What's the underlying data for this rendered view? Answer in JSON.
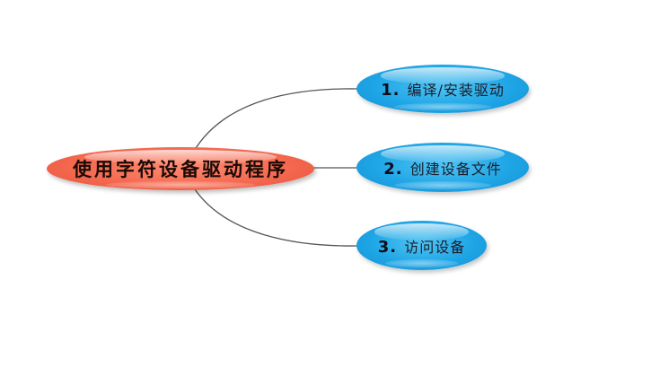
{
  "diagram": {
    "type": "mind-map",
    "central": {
      "label": "使用字符设备驱动程序",
      "color": "#f46a50"
    },
    "children": [
      {
        "number": "1.",
        "label": "编译/安装驱动",
        "color": "#1fa6e6"
      },
      {
        "number": "2.",
        "label": "创建设备文件",
        "color": "#1fa6e6"
      },
      {
        "number": "3.",
        "label": "访问设备",
        "color": "#1fa6e6"
      }
    ],
    "connector_color": "#555555",
    "background": "#ffffff"
  }
}
